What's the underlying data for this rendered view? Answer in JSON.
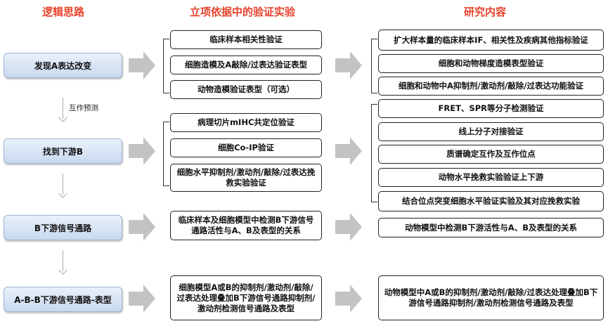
{
  "headers": {
    "logic": "逻辑思路",
    "validation": "立项依据中的验证实验",
    "research": "研究内容"
  },
  "logic_steps": [
    "发现A表达改变",
    "找到下游B",
    "B下游信号通路",
    "A-B-B下游信号通路-表型"
  ],
  "prediction_label": "互作预测",
  "validation_groups": [
    [
      "临床样本相关性验证",
      "细胞造模及A敲除/过表达验证表型",
      "动物造模验证表型（可选）"
    ],
    [
      "病理切片mIHC共定位验证",
      "细胞Co-IP验证",
      "细胞水平抑制剂/激动剂/敲除/过表达挽救实验验证"
    ],
    [
      "临床样本及细胞模型中检测B下游信号通路活性与A、B及表型的关系"
    ],
    [
      "细胞模型A或B的抑制剂/激动剂/敲除/过表达处理叠加B下游信号通路抑制剂/激动剂检测信号通路及表型"
    ]
  ],
  "research_groups": [
    [
      "扩大样本量的临床样本IF、相关性及疾病其他指标验证",
      "细胞和动物梯度造模表型验证",
      "细胞和动物中A抑制剂/激动剂/敲除/过表达功能验证"
    ],
    [
      "FRET、SPR等分子检测验证",
      "线上分子对接验证",
      "质谱确定互作及互作位点",
      "动物水平挽救实验验证上下游",
      "结合位点突变细胞水平验证实验及其对应挽救实验"
    ],
    [
      "动物模型中检测B下游活性与A、B及表型的关系"
    ],
    [
      "动物模型中A或B的抑制剂/激动剂/敲除/过表达处理叠加B下游信号通路抑制剂/激动剂检测信号通路及表型"
    ]
  ]
}
